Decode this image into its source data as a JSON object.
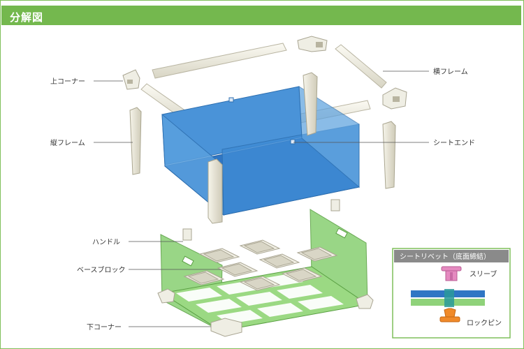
{
  "header": {
    "title": "分解図"
  },
  "labels": {
    "upper_corner": "上コーナー",
    "side_frame_h": "横フレーム",
    "vertical_frame": "縦フレーム",
    "sheet_end": "シートエンド",
    "handle": "ハンドル",
    "base_block": "ベースブロック",
    "lower_corner": "下コーナー"
  },
  "legend": {
    "title": "シートリベット（底面締結）",
    "sleeve": "スリーブ",
    "lock_pin": "ロックピン"
  },
  "colors": {
    "accent_green": "#74b84e",
    "sheet_blue": "#3c86cf",
    "base_green": "#8fd27a",
    "frame_cream": "#eceadd",
    "sleeve_pink": "#e58ac0",
    "lockpin_orange": "#f08a2a"
  }
}
